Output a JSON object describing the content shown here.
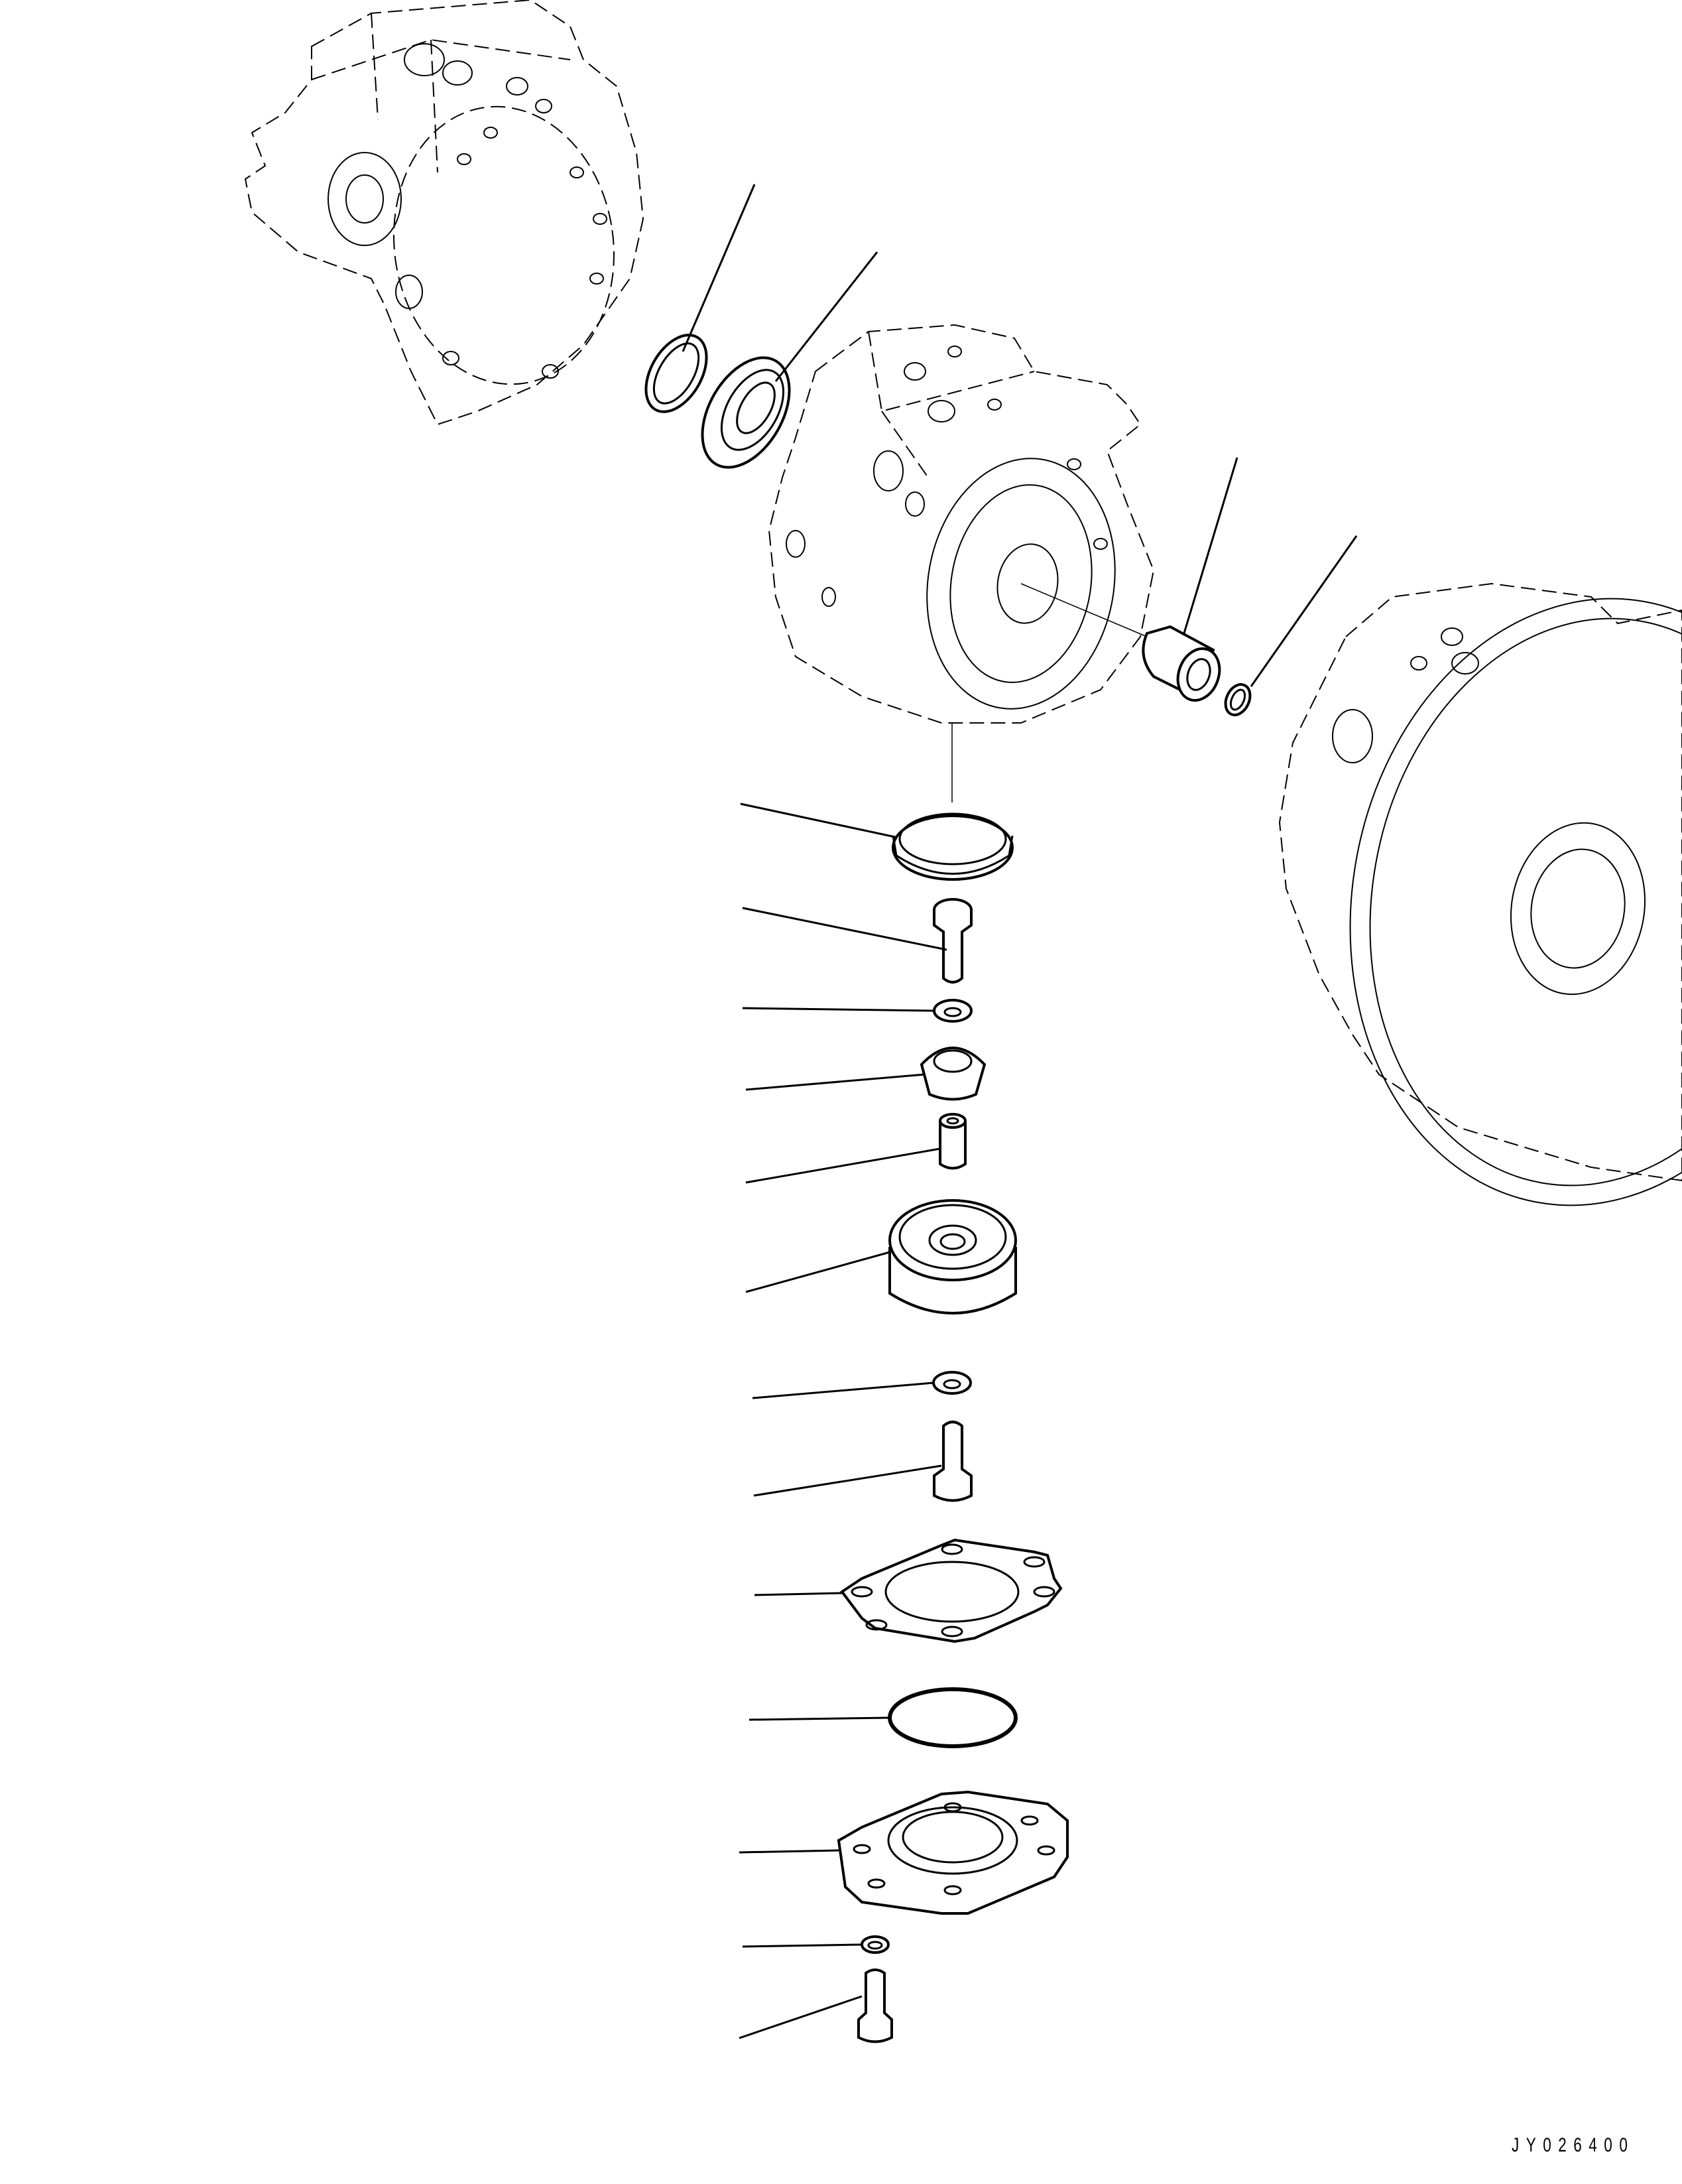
{
  "drawing": {
    "code": "JY026400",
    "background": "#ffffff",
    "line_color": "#000000"
  },
  "assemblies": [
    {
      "id": "pump-housing-rear-ghost",
      "style": "dashed outline"
    },
    {
      "id": "pump-housing-center",
      "style": "dashed outline"
    },
    {
      "id": "flywheel-housing-ghost",
      "style": "dashed outline"
    }
  ],
  "parts": [
    {
      "id": "shim-ring",
      "leader": [
        [
          1138,
          278
        ],
        [
          1030,
          530
        ]
      ]
    },
    {
      "id": "oil-seal",
      "leader": [
        [
          1323,
          380
        ],
        [
          1170,
          575
        ]
      ]
    },
    {
      "id": "spline-coupling",
      "leader": [
        [
          1866,
          690
        ],
        [
          1785,
          958
        ]
      ]
    },
    {
      "id": "snap-ring",
      "leader": [
        [
          2046,
          808
        ],
        [
          1887,
          1035
        ]
      ]
    },
    {
      "id": "o-ring-seal-cup",
      "leader": [
        [
          1117,
          1212
        ],
        [
          1350,
          1262
        ]
      ]
    },
    {
      "id": "hex-bolt-upper",
      "leader": [
        [
          1120,
          1369
        ],
        [
          1428,
          1432
        ]
      ]
    },
    {
      "id": "washer-upper",
      "leader": [
        [
          1120,
          1520
        ],
        [
          1410,
          1524
        ]
      ]
    },
    {
      "id": "bevel-gear",
      "leader": [
        [
          1125,
          1643
        ],
        [
          1395,
          1620
        ]
      ]
    },
    {
      "id": "spacer-sleeve",
      "leader": [
        [
          1125,
          1783
        ],
        [
          1405,
          1732
        ]
      ]
    },
    {
      "id": "impeller-assembly",
      "leader": [
        [
          1125,
          1948
        ],
        [
          1342,
          1888
        ]
      ]
    },
    {
      "id": "washer-middle",
      "leader": [
        [
          1135,
          2108
        ],
        [
          1405,
          2085
        ]
      ]
    },
    {
      "id": "hex-bolt-middle",
      "leader": [
        [
          1137,
          2255
        ],
        [
          1420,
          2210
        ]
      ]
    },
    {
      "id": "gasket",
      "leader": [
        [
          1138,
          2405
        ],
        [
          1270,
          2405
        ]
      ]
    },
    {
      "id": "o-ring",
      "leader": [
        [
          1130,
          2593
        ],
        [
          1342,
          2590
        ]
      ]
    },
    {
      "id": "cover-flange",
      "leader": [
        [
          1115,
          2793
        ],
        [
          1262,
          2790
        ]
      ]
    },
    {
      "id": "washer-lower",
      "leader": [
        [
          1120,
          2935
        ],
        [
          1300,
          2932
        ]
      ]
    },
    {
      "id": "hex-bolt-lower",
      "leader": [
        [
          1115,
          3073
        ],
        [
          1295,
          3003
        ]
      ]
    }
  ]
}
